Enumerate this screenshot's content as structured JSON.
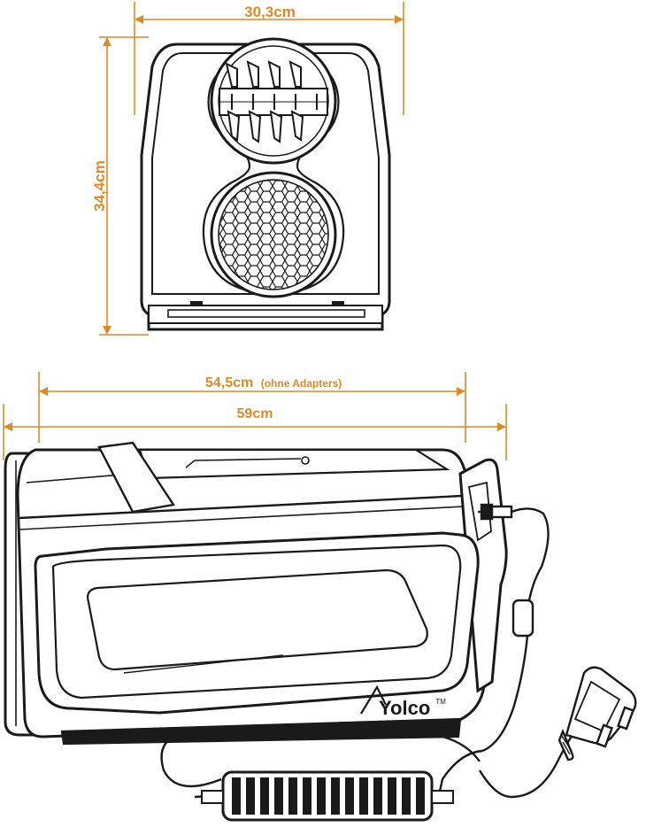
{
  "dimensions": {
    "front_width": "30,3cm",
    "front_height": "34,4cm",
    "side_width_main": "54,5cm",
    "side_width_note": "(ohne Adapters)",
    "side_width_total": "59cm"
  },
  "brand": {
    "name": "Yolco",
    "trademark": "TM"
  },
  "colors": {
    "dimension": "#d98a2b",
    "outline": "#1a1a1a",
    "fill": "#ffffff"
  }
}
